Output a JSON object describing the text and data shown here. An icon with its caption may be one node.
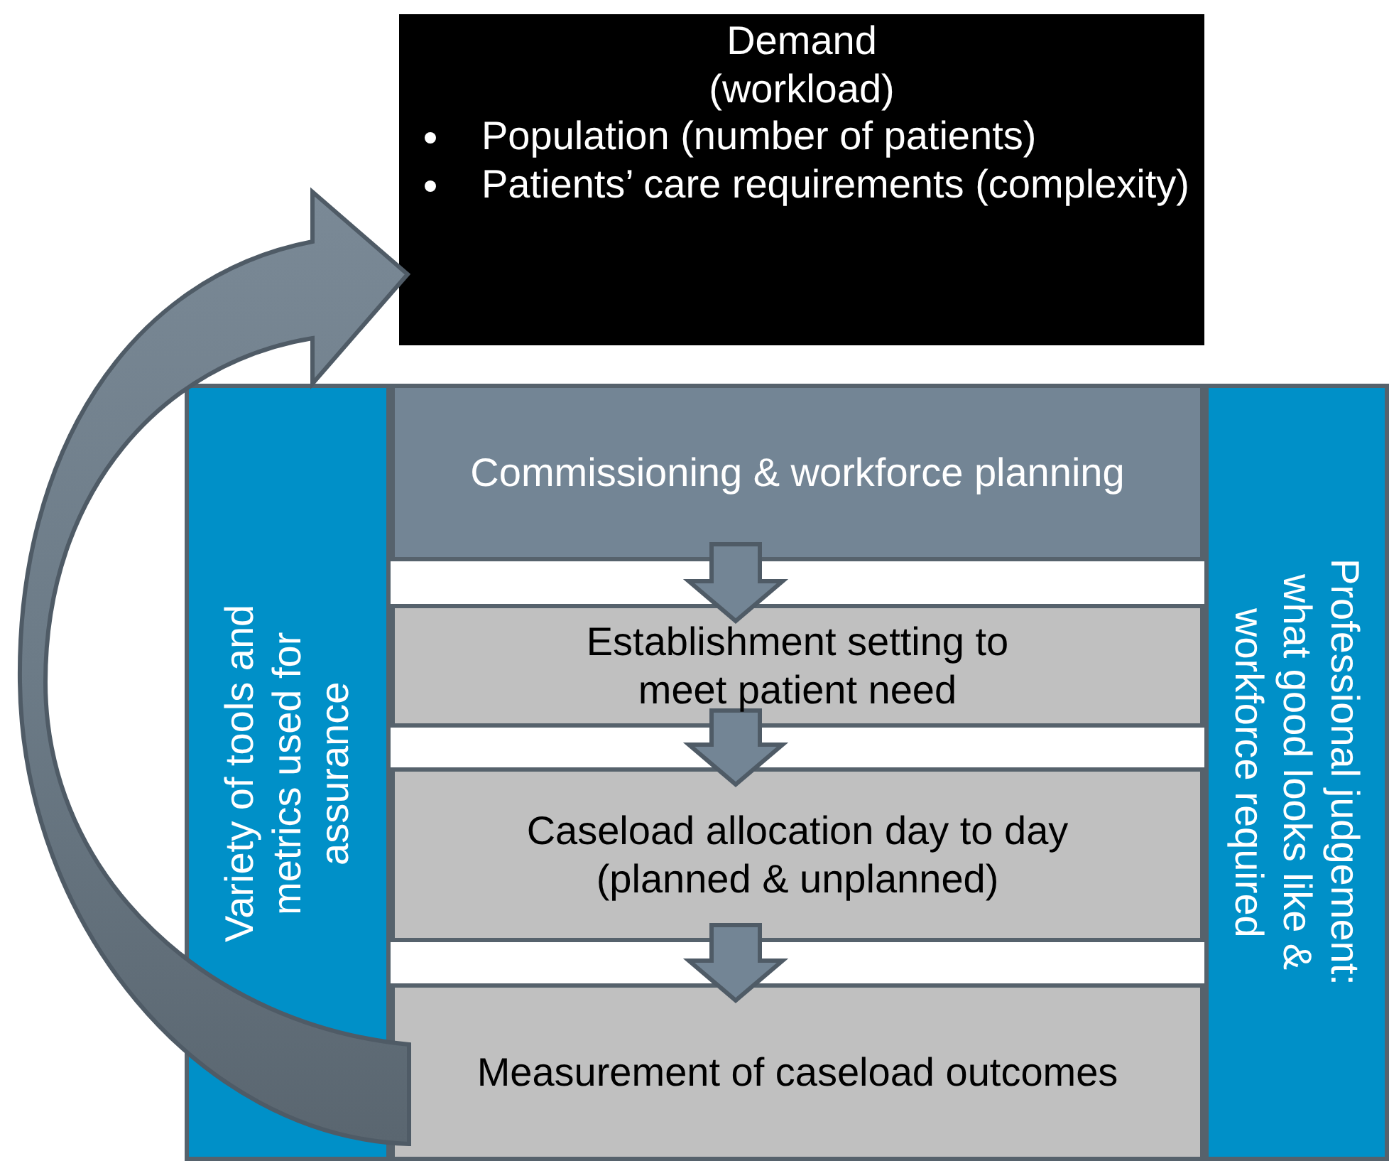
{
  "diagram": {
    "nodes": [
      {
        "text": [
          "Demand (workload)",
          "Population (number of patients)",
          "Patients’ care requirements (complexity)"
        ]
      },
      {
        "text": [
          "Commissioning & workforce planning"
        ]
      },
      {
        "text": [
          "Establishment setting to meet patient need"
        ]
      },
      {
        "text": [
          "Caseload allocation day to day (planned & unplanned)"
        ]
      },
      {
        "text": [
          "Measurement of caseload outcomes"
        ]
      },
      {
        "text": [
          "Variety of tools and metrics used for assurance"
        ]
      },
      {
        "text": [
          "Professional judgement: what good looks like & workforce required"
        ]
      }
    ],
    "edges": [
      {
        "from": 1,
        "to": 2,
        "arrow": "to"
      },
      {
        "from": 2,
        "to": 3,
        "arrow": "to"
      },
      {
        "from": 3,
        "to": 4,
        "arrow": "to"
      },
      {
        "from": 4,
        "to": 0,
        "arrow": "to"
      }
    ]
  }
}
